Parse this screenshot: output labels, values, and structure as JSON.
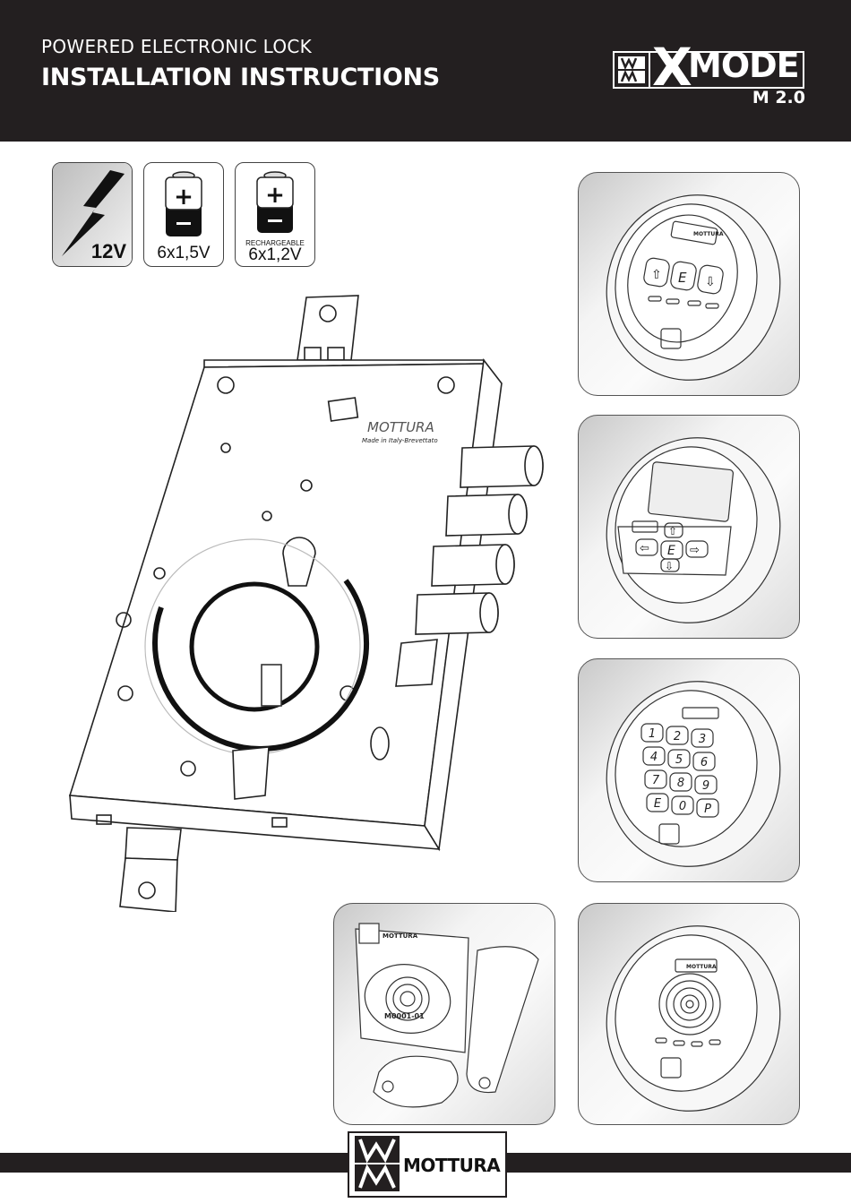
{
  "header": {
    "subtitle": "POWERED ELECTRONIC LOCK",
    "title": "INSTALLATION INSTRUCTIONS",
    "product_name": "MODE",
    "product_x": "X",
    "product_version": "M 2.0"
  },
  "power_options": [
    {
      "label": "12V",
      "icon": "lightning-bolt-icon"
    },
    {
      "label": "6x1,5V",
      "icon": "battery-icon"
    },
    {
      "label": "6x1,2V",
      "note": "RECHARGEABLE",
      "icon": "rechargeable-battery-icon"
    }
  ],
  "battery_signs": {
    "plus": "+",
    "minus": "–"
  },
  "lock": {
    "brand": "MOTTURA",
    "engraving": "Made in Italy-Brevettato"
  },
  "keypad_keys": [
    "1",
    "2",
    "3",
    "4",
    "5",
    "6",
    "7",
    "8",
    "9",
    "E",
    "0",
    "P"
  ],
  "nav_keys": {
    "up": "⇧",
    "enter": "E",
    "down": "⇩",
    "left": "⇦",
    "right": "⇨"
  },
  "reader": {
    "brand": "MOTTURA",
    "card_code": "M0001-01"
  },
  "footer": {
    "brand": "MOTTURA"
  }
}
